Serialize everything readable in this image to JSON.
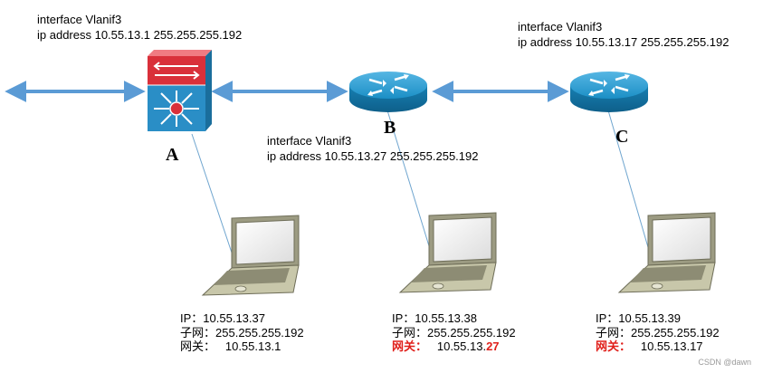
{
  "devices": {
    "A": {
      "label": "A",
      "config_line1": "interface Vlanif3",
      "config_line2": "ip address 10.55.13.1 255.255.255.192"
    },
    "B": {
      "label": "B",
      "config_line1": "interface Vlanif3",
      "config_line2": "ip address 10.55.13.27 255.255.255.192"
    },
    "C": {
      "label": "C",
      "config_line1": "interface Vlanif3",
      "config_line2": "ip address 10.55.13.17 255.255.255.192"
    }
  },
  "hosts": [
    {
      "ip_key": "IP：",
      "ip": "10.55.13.37",
      "mask_key": "子网：",
      "mask": "255.255.255.192",
      "gw_key": "网关：",
      "gw": "10.55.13.1",
      "gw_suffix": "",
      "gw_key_color": "#000000"
    },
    {
      "ip_key": "IP：",
      "ip": "10.55.13.38",
      "mask_key": "子网：",
      "mask": "255.255.255.192",
      "gw_key": "网关：",
      "gw": "10.55.13.",
      "gw_suffix": "27",
      "gw_key_color": "#e0201b"
    },
    {
      "ip_key": "IP：",
      "ip": "10.55.13.39",
      "mask_key": "子网：",
      "mask": "255.255.255.192",
      "gw_key": "网关：",
      "gw": "10.55.13.17",
      "gw_suffix": "",
      "gw_key_color": "#e0201b"
    }
  ],
  "watermark": "CSDN @dawn",
  "colors": {
    "link_arrow": "#5b9bd5",
    "router_body": "#1b8fc6",
    "switch_red": "#d9303a",
    "switch_blue": "#2a8ec6",
    "laptop": "#c8c7aa",
    "cable": "#6fa5cf",
    "highlight": "#e0201b"
  }
}
